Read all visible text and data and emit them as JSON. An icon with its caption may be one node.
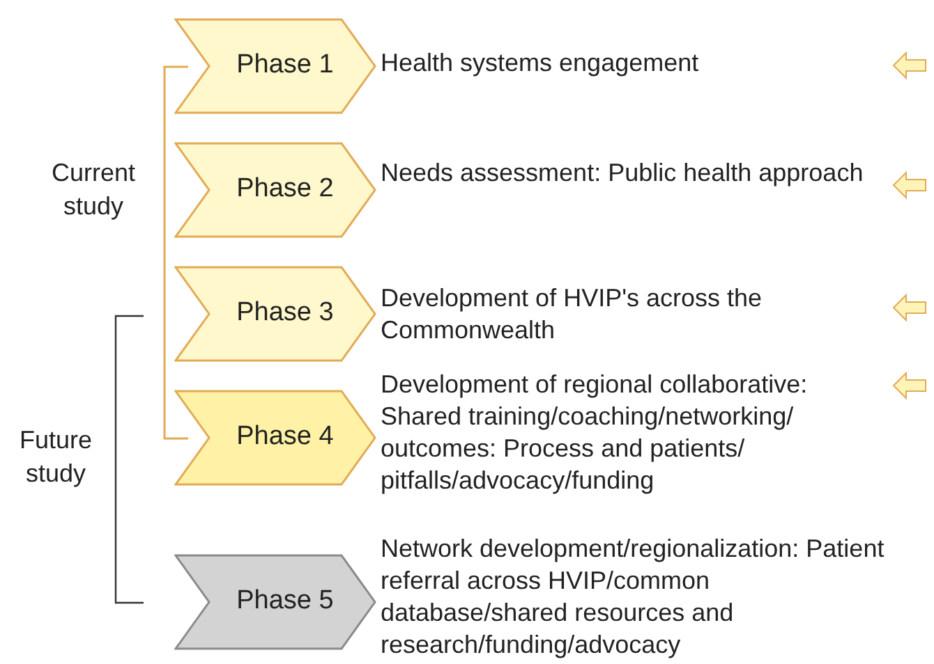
{
  "diagram": {
    "nodes": [
      {
        "text": [
          "Phase 1"
        ],
        "beside": [
          "Health systems engagement"
        ]
      },
      {
        "text": [
          "Phase 2"
        ],
        "beside": [
          "Needs assessment: Public health approach"
        ]
      },
      {
        "text": [
          "Phase 3"
        ],
        "beside": [
          "Development of HVIP's across the Commonwealth"
        ]
      },
      {
        "text": [
          "Phase 4"
        ],
        "beside": [
          "Development of regional collaborative: Shared training/coaching/networking/ outcomes: Process and patients/ pitfalls/advocacy/funding"
        ]
      },
      {
        "text": [
          "Phase 5"
        ],
        "beside": [
          "Network development/regionalization: Patient referral across HVIP/common database/shared resources and research/funding/advocacy"
        ]
      }
    ],
    "labels": [
      "Current study",
      "Future study"
    ]
  }
}
